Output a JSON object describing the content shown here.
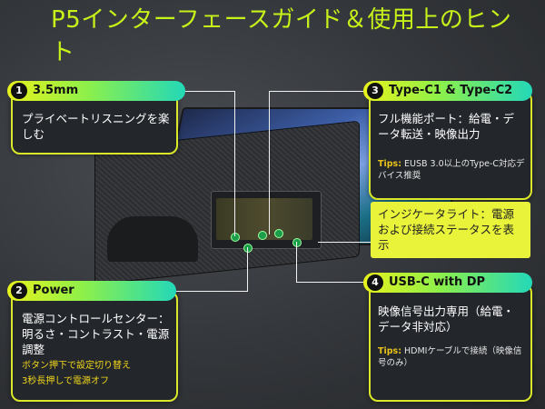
{
  "title": "P5インターフェースガイド＆使用上のヒント",
  "callouts": {
    "c1": {
      "num": "1",
      "label": "3.5mm",
      "body": "プライベートリスニングを楽しむ"
    },
    "c2": {
      "num": "2",
      "label": "Power",
      "body": "電源コントロールセンター：明るさ・コントラスト・電源調整",
      "note1": "ボタン押下で設定切り替え",
      "note2": "3秒長押しで電源オフ"
    },
    "c3": {
      "num": "3",
      "label": "Type-C1 & Type-C2",
      "body": "フル機能ポート：給電・データ転送・映像出力",
      "tips_tag": "Tips:",
      "tips": "EUSB 3.0以上のType-C対応デバイス推奨"
    },
    "c4": {
      "num": "4",
      "label": "USB-C with DP",
      "body": "映像信号出力専用（給電・データ非対応）",
      "tips_tag": "Tips:",
      "tips": "HDMIケーブルで接続（映像信号のみ）"
    }
  },
  "indicator": {
    "text": "インジケータライト：電源および接続ステータスを表示"
  },
  "colors": {
    "title": "#c6f21a",
    "card_border": "#dbe82a",
    "pill_start": "#e8f21c",
    "pill_end": "#23d8b8",
    "indicator_bg": "#e9f33a"
  }
}
